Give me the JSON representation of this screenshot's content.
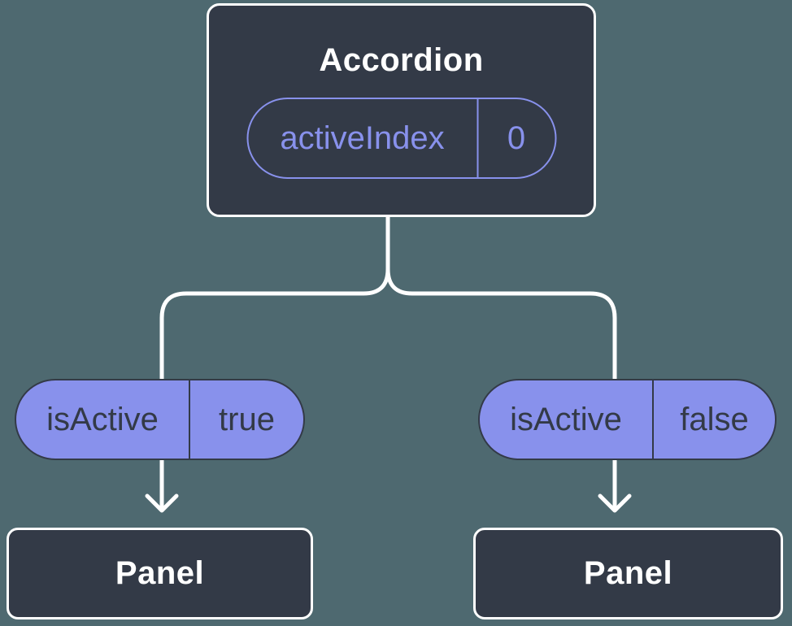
{
  "colors": {
    "background": "#4E6970",
    "node_fill": "#333A47",
    "node_border": "#FFFFFF",
    "accent_purple": "#8891EC",
    "pill_dark_text": "#333A47",
    "connector": "#FFFFFF"
  },
  "tree": {
    "root": {
      "title": "Accordion",
      "state_pill": {
        "name": "activeIndex",
        "value": "0"
      }
    },
    "branches": [
      {
        "prop_pill": {
          "name": "isActive",
          "value": "true"
        },
        "child": {
          "title": "Panel"
        }
      },
      {
        "prop_pill": {
          "name": "isActive",
          "value": "false"
        },
        "child": {
          "title": "Panel"
        }
      }
    ]
  }
}
